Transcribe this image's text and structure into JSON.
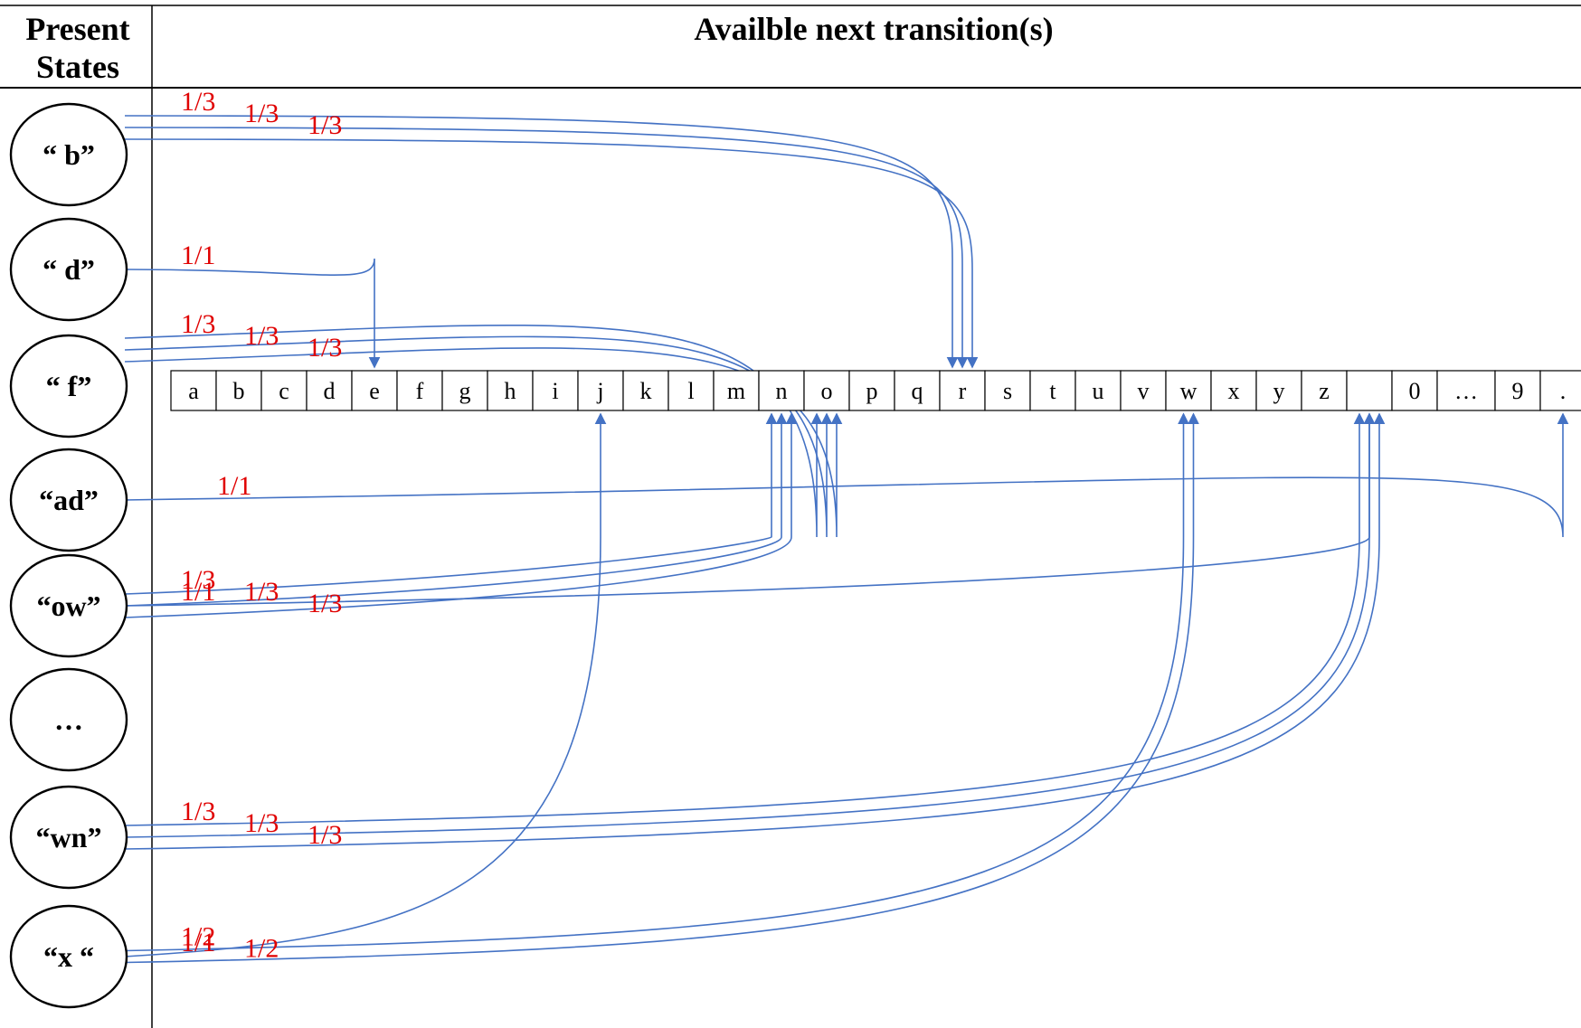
{
  "header": {
    "left_line1": "Present",
    "left_line2": "States",
    "right": "Availble next transition(s)"
  },
  "states": [
    "“ b”",
    "“ d”",
    "“ f”",
    "“ad”",
    "“ow”",
    "…",
    "“wn”",
    "“x “"
  ],
  "cells": [
    "a",
    "b",
    "c",
    "d",
    "e",
    "f",
    "g",
    "h",
    "i",
    "j",
    "k",
    "l",
    "m",
    "n",
    "o",
    "p",
    "q",
    "r",
    "s",
    "t",
    "u",
    "v",
    "w",
    "x",
    "y",
    "z",
    "",
    "0",
    "…",
    "9",
    "."
  ],
  "colors": {
    "arrow": "#4472C4",
    "probability": "#E00000",
    "text": "#000000"
  },
  "transitions": [
    {
      "state": 0,
      "to": 17,
      "prob": "1/3"
    },
    {
      "state": 0,
      "to": 17,
      "prob": "1/3"
    },
    {
      "state": 0,
      "to": 17,
      "prob": "1/3"
    },
    {
      "state": 1,
      "to": 4,
      "prob": "1/1"
    },
    {
      "state": 2,
      "to": 14,
      "prob": "1/3"
    },
    {
      "state": 2,
      "to": 14,
      "prob": "1/3"
    },
    {
      "state": 2,
      "to": 14,
      "prob": "1/3"
    },
    {
      "state": 3,
      "to": 30,
      "prob": "1/1"
    },
    {
      "state": 4,
      "to": 13,
      "prob": "1/3"
    },
    {
      "state": 4,
      "to": 13,
      "prob": "1/3"
    },
    {
      "state": 4,
      "to": 13,
      "prob": "1/3"
    },
    {
      "state": 4,
      "to": 26,
      "prob": "1/1"
    },
    {
      "state": 6,
      "to": 26,
      "prob": "1/3"
    },
    {
      "state": 6,
      "to": 26,
      "prob": "1/3"
    },
    {
      "state": 6,
      "to": 26,
      "prob": "1/3"
    },
    {
      "state": 7,
      "to": 9,
      "prob": "1/1"
    },
    {
      "state": 7,
      "to": 22,
      "prob": "1/2"
    },
    {
      "state": 7,
      "to": 22,
      "prob": "1/2"
    }
  ]
}
